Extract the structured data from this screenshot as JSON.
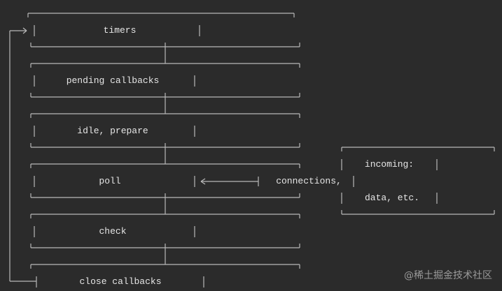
{
  "phases": [
    {
      "label": "timers"
    },
    {
      "label": "pending callbacks"
    },
    {
      "label": "idle, prepare"
    },
    {
      "label": "poll"
    },
    {
      "label": "check"
    },
    {
      "label": "close callbacks"
    }
  ],
  "incoming": {
    "line1": "incoming:",
    "connections": "connections,",
    "line2": "data, etc."
  },
  "watermark": "@稀土掘金技术社区",
  "colors": {
    "background": "#2b2b2b",
    "lines": "#b8b8b8",
    "text": "#e6e6e6"
  }
}
